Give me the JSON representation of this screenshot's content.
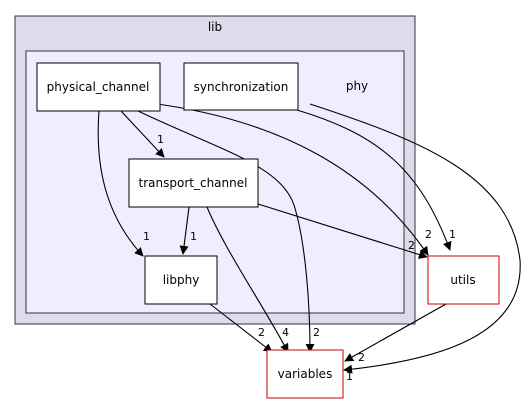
{
  "diagram": {
    "outer_cluster": {
      "label": "lib",
      "fill": "#dcdcec",
      "stroke": "#333333"
    },
    "inner_cluster": {
      "label": "phy",
      "fill": "#eeeeff",
      "stroke": "#333333"
    },
    "nodes": [
      {
        "id": "physical_channel",
        "label": "physical_channel",
        "border": "#000000"
      },
      {
        "id": "synchronization",
        "label": "synchronization",
        "border": "#000000"
      },
      {
        "id": "transport_channel",
        "label": "transport_channel",
        "border": "#000000"
      },
      {
        "id": "libphy",
        "label": "libphy",
        "border": "#000000"
      },
      {
        "id": "utils",
        "label": "utils",
        "border": "#cc0000"
      },
      {
        "id": "variables",
        "label": "variables",
        "border": "#cc0000"
      }
    ],
    "edges": [
      {
        "from": "physical_channel",
        "to": "transport_channel",
        "label": "1"
      },
      {
        "from": "physical_channel",
        "to": "libphy",
        "label": "1"
      },
      {
        "from": "physical_channel",
        "to": "utils",
        "label": "2"
      },
      {
        "from": "physical_channel",
        "to": "variables",
        "label": "2"
      },
      {
        "from": "synchronization",
        "to": "utils",
        "label": "1"
      },
      {
        "from": "synchronization",
        "to": "variables",
        "label": "1"
      },
      {
        "from": "transport_channel",
        "to": "libphy",
        "label": "1"
      },
      {
        "from": "transport_channel",
        "to": "utils",
        "label": "2"
      },
      {
        "from": "transport_channel",
        "to": "variables",
        "label": "4"
      },
      {
        "from": "libphy",
        "to": "variables",
        "label": "2"
      },
      {
        "from": "utils",
        "to": "variables",
        "label": "2"
      }
    ]
  }
}
